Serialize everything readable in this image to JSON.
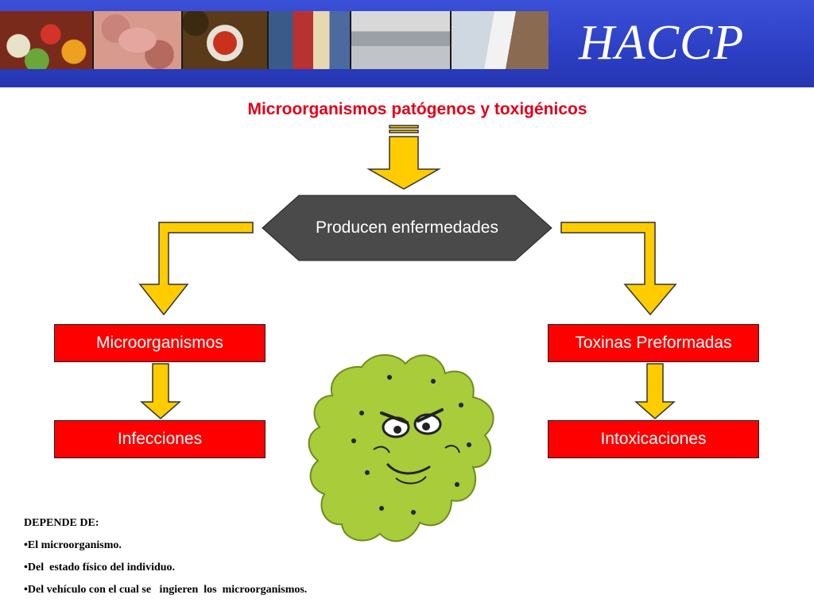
{
  "header": {
    "logo_text": "HACCP",
    "photos": [
      "fruits-photo",
      "meats-photo",
      "soup-photo",
      "grocery-photo",
      "warehouse-photo",
      "kitchen-photo"
    ]
  },
  "title": "Microorganismos patógenos y toxigénicos",
  "center_node": "Producen enfermedades",
  "left_branch": {
    "top": "Microorganismos",
    "bottom": "Infecciones"
  },
  "right_branch": {
    "top": "Toxinas Preformadas",
    "bottom": "Intoxicaciones"
  },
  "notes": {
    "heading": "DEPENDE DE:",
    "items": [
      "•El microorganismo.",
      "•Del  estado físico del individuo.",
      "•Del vehículo con el cual se   ingieren  los  microorganismos."
    ]
  },
  "colors": {
    "banner": "#2c3fc4",
    "title": "#e1001a",
    "box": "#ff0000",
    "hexagon": "#4a4a4a",
    "arrow": "#ffcc00",
    "germ": "#a8cc3a"
  },
  "icons": [
    "arrow-down-icon",
    "germ-icon"
  ]
}
